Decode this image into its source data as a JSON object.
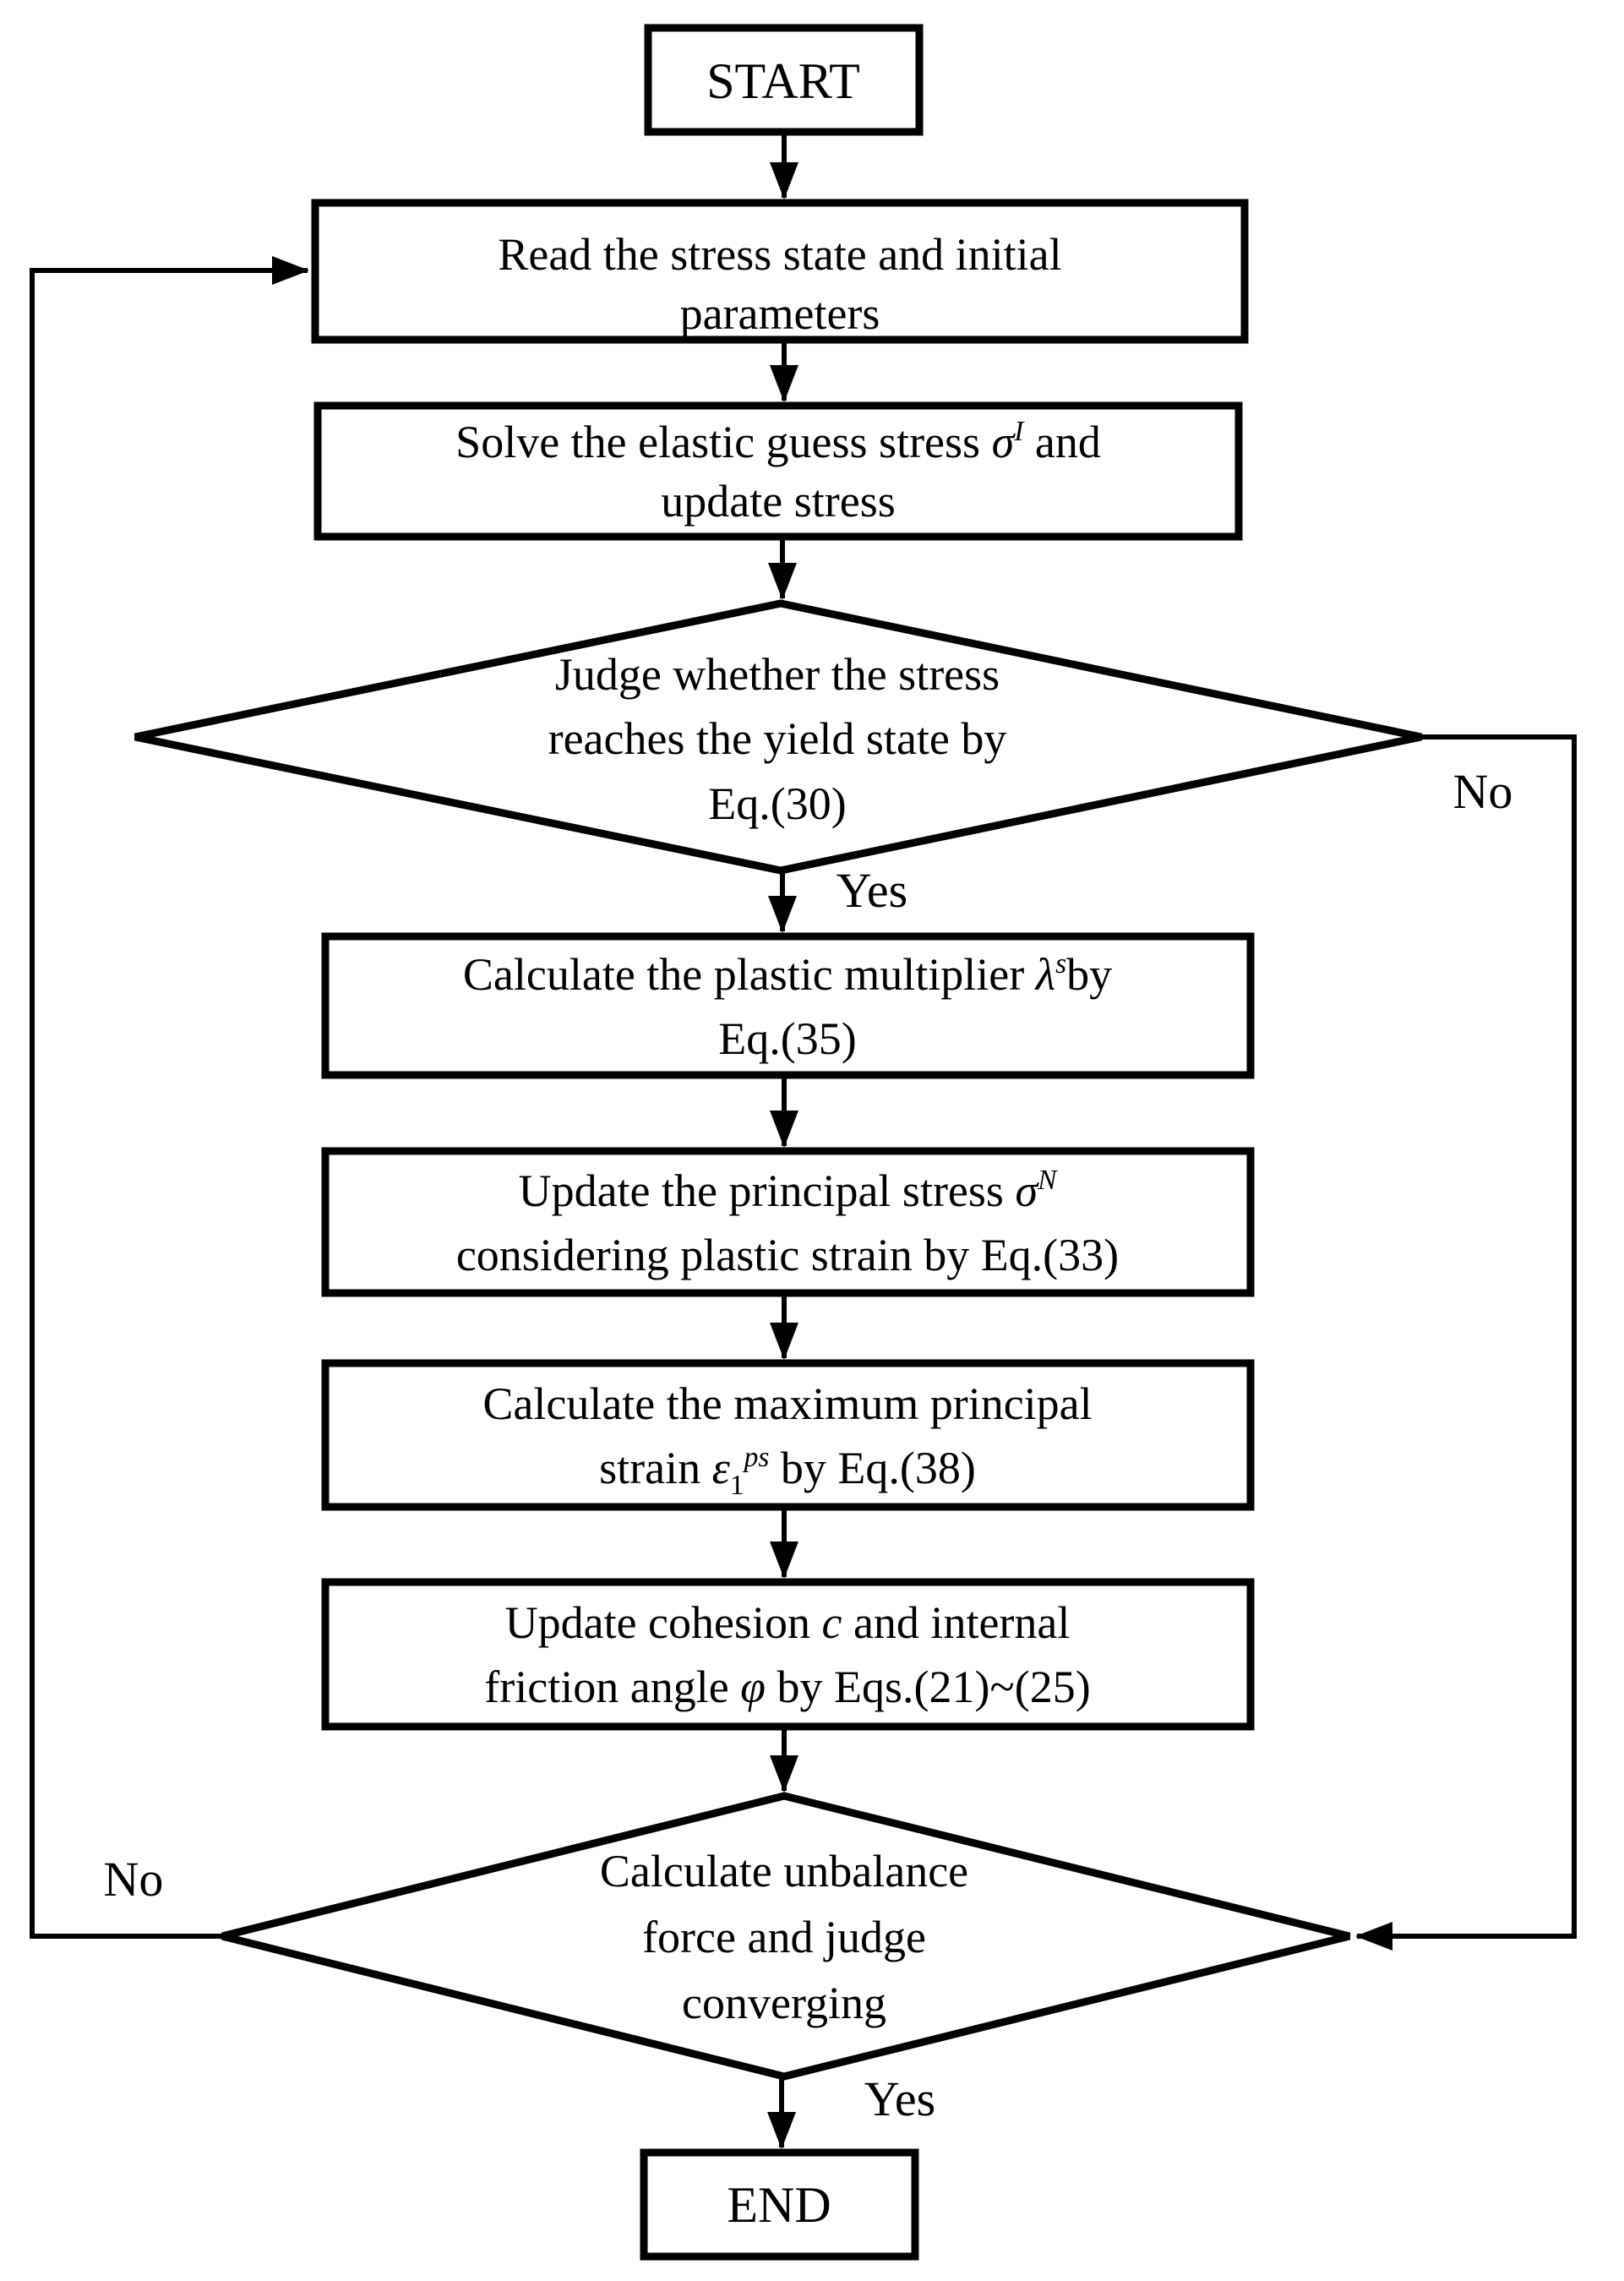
{
  "figure": {
    "type": "flowchart",
    "background": "#ffffff",
    "stroke_color": "#000000",
    "text_color": "#000000"
  },
  "nodes": [
    {
      "id": "start",
      "shape": "terminator",
      "lines": [
        [
          {
            "t": "START"
          }
        ]
      ]
    },
    {
      "id": "read",
      "shape": "process",
      "lines": [
        [
          {
            "t": "Read the stress state and initial"
          }
        ],
        [
          {
            "t": "parameters"
          }
        ]
      ]
    },
    {
      "id": "solve",
      "shape": "process",
      "lines": [
        [
          {
            "t": "Solve the elastic guess stress "
          },
          {
            "t": "σ",
            "it": true
          },
          {
            "t": "I",
            "sup": true,
            "it": true
          },
          {
            "t": " and"
          }
        ],
        [
          {
            "t": "update  stress"
          }
        ]
      ]
    },
    {
      "id": "yield-decision",
      "shape": "decision",
      "lines": [
        [
          {
            "t": "Judge whether the stress"
          }
        ],
        [
          {
            "t": "reaches the yield state by"
          }
        ],
        [
          {
            "t": "Eq.(30)"
          }
        ]
      ]
    },
    {
      "id": "plastic-multiplier",
      "shape": "process",
      "lines": [
        [
          {
            "t": "Calculate the plastic multiplier  "
          },
          {
            "t": "λ",
            "it": true
          },
          {
            "t": "s",
            "sup": true,
            "it": true
          },
          {
            "t": "by"
          }
        ],
        [
          {
            "t": "Eq.(35)"
          }
        ]
      ]
    },
    {
      "id": "update-principal-stress",
      "shape": "process",
      "lines": [
        [
          {
            "t": "Update the principal stress "
          },
          {
            "t": "σ",
            "it": true
          },
          {
            "t": "N",
            "sup": true,
            "it": true
          }
        ],
        [
          {
            "t": "considering plastic strain by Eq.(33)"
          }
        ]
      ]
    },
    {
      "id": "max-principal-strain",
      "shape": "process",
      "lines": [
        [
          {
            "t": "Calculate the maximum principal"
          }
        ],
        [
          {
            "t": "strain "
          },
          {
            "t": "ε",
            "it": true
          },
          {
            "t": "1",
            "sub": true
          },
          {
            "t": "ps",
            "sup": true,
            "it": true
          },
          {
            "t": " by Eq.(38)"
          }
        ]
      ]
    },
    {
      "id": "update-cohesion",
      "shape": "process",
      "lines": [
        [
          {
            "t": "Update cohesion "
          },
          {
            "t": "c",
            "it": true
          },
          {
            "t": " and internal"
          }
        ],
        [
          {
            "t": "friction angle "
          },
          {
            "t": "φ",
            "it": true
          },
          {
            "t": " by Eqs.(21)~(25)"
          }
        ]
      ]
    },
    {
      "id": "converge-decision",
      "shape": "decision",
      "lines": [
        [
          {
            "t": "Calculate unbalance"
          }
        ],
        [
          {
            "t": "force and judge"
          }
        ],
        [
          {
            "t": "converging"
          }
        ]
      ]
    },
    {
      "id": "end",
      "shape": "terminator",
      "lines": [
        [
          {
            "t": "END"
          }
        ]
      ]
    }
  ],
  "edge_labels": {
    "yield_yes": "Yes",
    "yield_no": "No",
    "converge_yes": "Yes",
    "converge_no": "No"
  }
}
